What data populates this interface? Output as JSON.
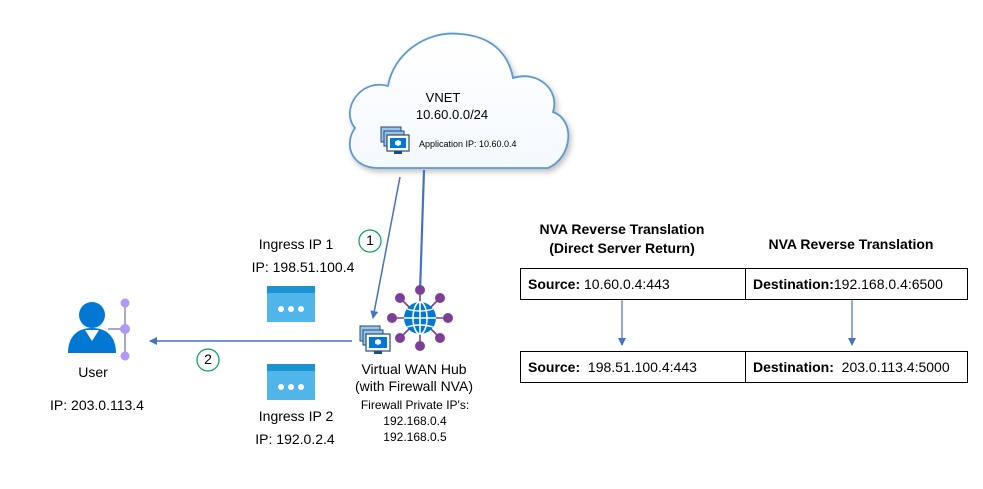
{
  "vnet": {
    "name": "VNET",
    "cidr": "10.60.0.0/24",
    "application_label": "Application IP: 10.60.0.4"
  },
  "steps": {
    "step1": "1",
    "step2": "2"
  },
  "ingress1": {
    "title": "Ingress IP 1",
    "ip": "IP: 198.51.100.4"
  },
  "ingress2": {
    "title": "Ingress IP 2",
    "ip": "IP: 192.0.2.4"
  },
  "user": {
    "label": "User",
    "ip": "IP: 203.0.113.4"
  },
  "hub": {
    "title_line1": "Virtual WAN Hub",
    "title_line2": "(with Firewall NVA)",
    "private_ips_label": "Firewall Private IP's:",
    "private_ip_1": "192.168.0.4",
    "private_ip_2": "192.168.0.5"
  },
  "table": {
    "left_heading_line1": "NVA Reverse Translation",
    "left_heading_line2": "(Direct Server Return)",
    "right_heading": "NVA Reverse Translation",
    "row1": {
      "left_key": "Source:",
      "left_value": " 10.60.0.4:443",
      "right_key": "Destination:",
      "right_value": "192.168.0.4:6500"
    },
    "row2": {
      "left_key": "Source:",
      "left_value": "  198.51.100.4:443",
      "right_key": "Destination:",
      "right_value": "  203.0.113.4:5000"
    }
  },
  "colors": {
    "arrow_blue": "#4472c4",
    "step_green": "#00a651",
    "icon_blue": "#0078d4",
    "icon_light_blue": "#50b6ea",
    "hub_purple": "#7b3f98",
    "user_purple": "#b197fc"
  }
}
